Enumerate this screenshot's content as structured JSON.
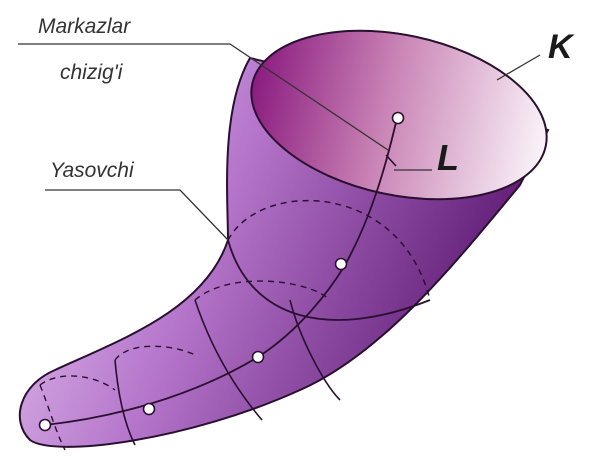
{
  "labels": {
    "center_line_1": "Markazlar",
    "center_line_2": "chizig'i",
    "generatrix": "Yasovchi",
    "letter_k": "K",
    "letter_l": "L"
  },
  "colors": {
    "body_light": "#e6c6ef",
    "body_mid": "#b06fc6",
    "body_dark": "#6b2181",
    "mouth_magenta": "#8e1e83",
    "mouth_light": "#f8f1f7",
    "outline": "#2a1030"
  }
}
